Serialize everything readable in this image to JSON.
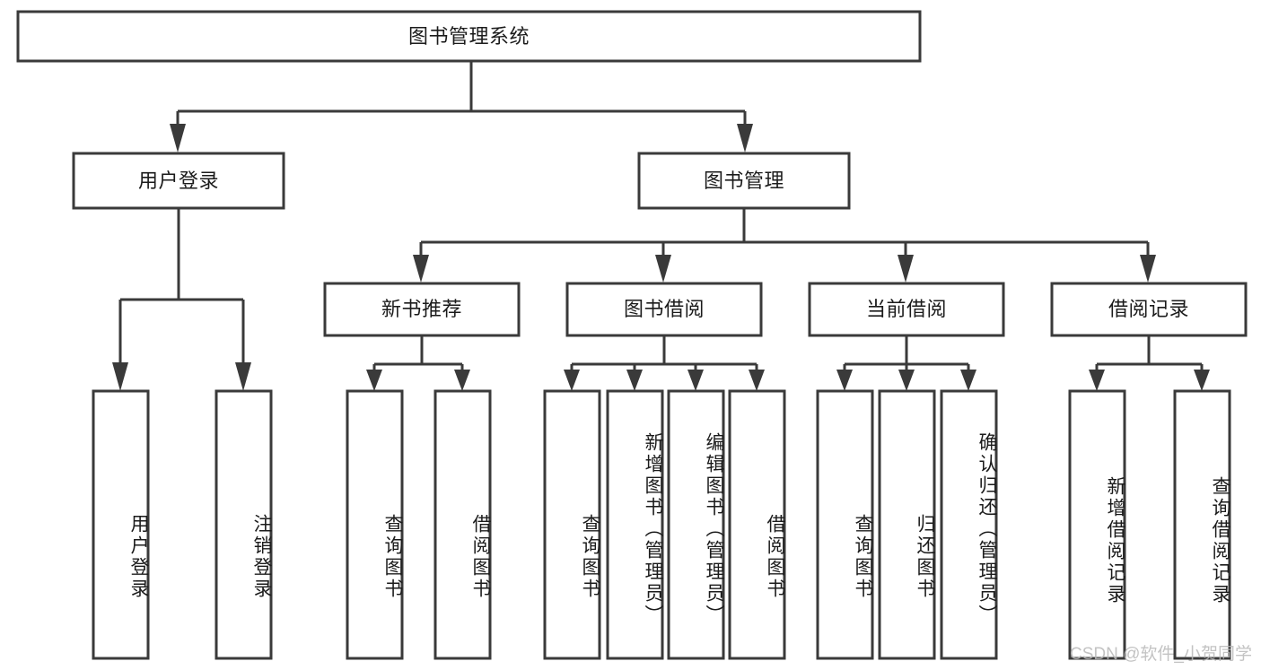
{
  "diagram": {
    "title": "图书管理系统",
    "type": "tree-hierarchy-diagram",
    "colors": {
      "stroke": "#3a3a3a",
      "fill": "#ffffff",
      "text": "#1b1b1b",
      "watermark": "#b9b9b9"
    },
    "levels": {
      "root": {
        "id": "root",
        "label": "图书管理系统"
      },
      "level2": [
        {
          "id": "user-login",
          "label": "用户登录"
        },
        {
          "id": "book-management",
          "label": "图书管理"
        }
      ],
      "level3": [
        {
          "id": "new-book-recommend",
          "label": "新书推荐",
          "parent": "book-management"
        },
        {
          "id": "book-borrow",
          "label": "图书借阅",
          "parent": "book-management"
        },
        {
          "id": "current-borrow",
          "label": "当前借阅",
          "parent": "book-management"
        },
        {
          "id": "borrow-record",
          "label": "借阅记录",
          "parent": "book-management"
        }
      ],
      "leaves": [
        {
          "id": "leaf-user-login",
          "label": "用户登录",
          "parent": "user-login"
        },
        {
          "id": "leaf-logout-login",
          "label": "注销登录",
          "parent": "user-login"
        },
        {
          "id": "leaf-query-book-1",
          "label": "查询图书",
          "parent": "new-book-recommend"
        },
        {
          "id": "leaf-borrow-book-1",
          "label": "借阅图书",
          "parent": "new-book-recommend"
        },
        {
          "id": "leaf-query-book-2",
          "label": "查询图书",
          "parent": "book-borrow"
        },
        {
          "id": "leaf-add-book",
          "label": "新增图书（管理员）",
          "parent": "book-borrow"
        },
        {
          "id": "leaf-edit-book",
          "label": "编辑图书（管理员）",
          "parent": "book-borrow"
        },
        {
          "id": "leaf-borrow-book-2",
          "label": "借阅图书",
          "parent": "book-borrow"
        },
        {
          "id": "leaf-query-book-3",
          "label": "查询图书",
          "parent": "current-borrow"
        },
        {
          "id": "leaf-return-book",
          "label": "归还图书",
          "parent": "current-borrow"
        },
        {
          "id": "leaf-confirm-return",
          "label": "确认归还（管理员）",
          "parent": "current-borrow"
        },
        {
          "id": "leaf-add-record",
          "label": "新增借阅记录",
          "parent": "borrow-record"
        },
        {
          "id": "leaf-query-record",
          "label": "查询借阅记录",
          "parent": "borrow-record"
        }
      ]
    },
    "watermark": "CSDN @软件_小贺同学"
  }
}
